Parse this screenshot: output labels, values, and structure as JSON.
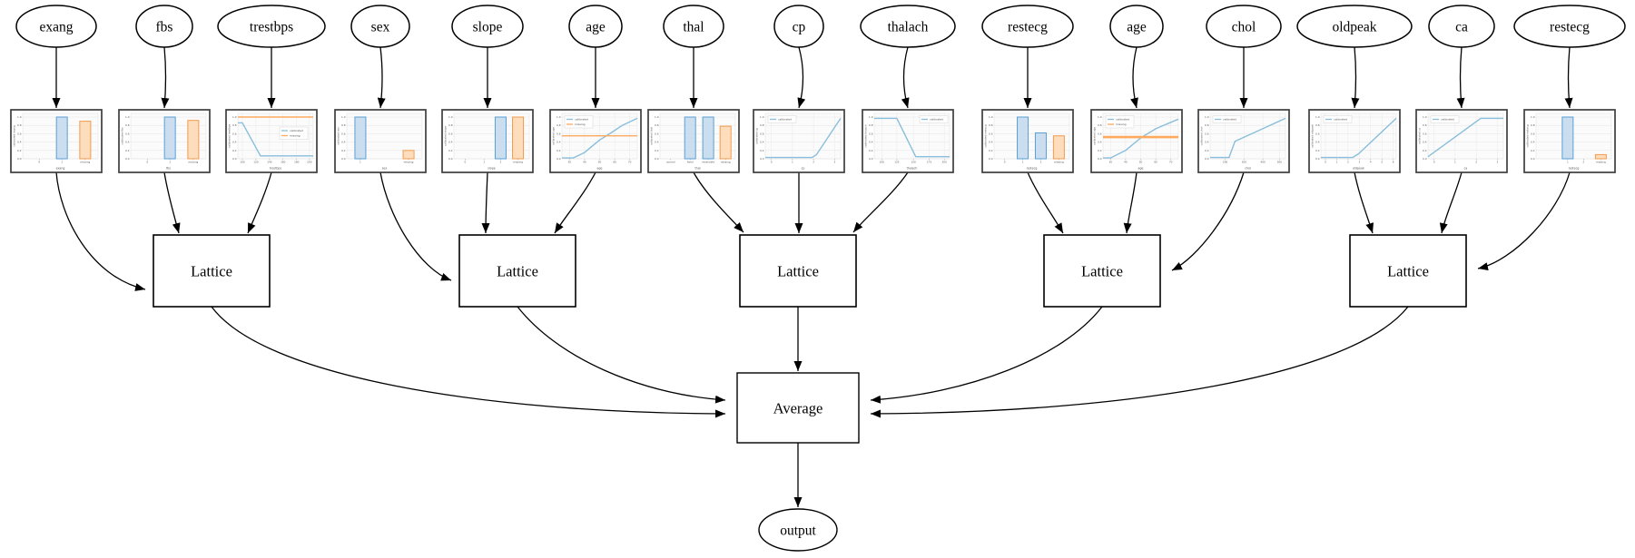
{
  "graph": {
    "node_labels": {
      "lattice": "Lattice",
      "average": "Average",
      "output": "output"
    },
    "features": [
      "exang",
      "fbs",
      "trestbps",
      "sex",
      "slope",
      "age",
      "thal",
      "cp",
      "thalach",
      "restecg",
      "age",
      "chol",
      "oldpeak",
      "ca",
      "restecg"
    ],
    "lattices": [
      {
        "label": "Lattice",
        "inputs": [
          0,
          1,
          2
        ]
      },
      {
        "label": "Lattice",
        "inputs": [
          3,
          4,
          5
        ]
      },
      {
        "label": "Lattice",
        "inputs": [
          6,
          7,
          8
        ]
      },
      {
        "label": "Lattice",
        "inputs": [
          9,
          10,
          11
        ]
      },
      {
        "label": "Lattice",
        "inputs": [
          12,
          13,
          14
        ]
      }
    ],
    "average_inputs": [
      0,
      1,
      2,
      3,
      4
    ],
    "output_from": "average",
    "colors": {
      "edge": "#000000",
      "node_stroke": "#000000",
      "chart_border": "#3d3d3d",
      "plot_bg": "#fbfbfb",
      "grid": "#e4e4e4",
      "tick_text": "#555555",
      "blue_line": "#89bedc",
      "blue_fill": "#c5daed",
      "blue_edge": "#5a9fd4",
      "orange_line": "#ffa95e",
      "orange_fill": "#fdd9b4",
      "orange_edge": "#f09b50"
    }
  },
  "chart_data": [
    {
      "feature": "exang",
      "type": "bar",
      "ylabel": "calibrated exang",
      "xlabel": "exang",
      "yticks": [
        "0.0",
        "0.2",
        "0.4",
        "0.6",
        "0.8",
        "1.0"
      ],
      "xticks": [
        {
          "label": "0",
          "f": 0.22
        },
        {
          "label": "1",
          "f": 0.52
        },
        {
          "label": "missing",
          "f": 0.83
        }
      ],
      "bars": [
        {
          "label": "1",
          "value": 1.0,
          "series": "calibrated",
          "f": 0.52
        },
        {
          "label": "missing",
          "value": 0.9,
          "series": "missing",
          "f": 0.83
        }
      ],
      "legend": null
    },
    {
      "feature": "fbs",
      "type": "bar",
      "ylabel": "calibrated fbs",
      "xlabel": "fbs",
      "yticks": [
        "0.0",
        "0.2",
        "0.4",
        "0.6",
        "0.8",
        "1.0"
      ],
      "xticks": [
        {
          "label": "0",
          "f": 0.22
        },
        {
          "label": "1",
          "f": 0.52
        },
        {
          "label": "missing",
          "f": 0.83
        }
      ],
      "bars": [
        {
          "label": "1",
          "value": 1.0,
          "series": "calibrated",
          "f": 0.52
        },
        {
          "label": "missing",
          "value": 0.92,
          "series": "missing",
          "f": 0.83
        }
      ],
      "legend": null
    },
    {
      "feature": "trestbps",
      "type": "line",
      "ylabel": "calibrated trestbps",
      "xlabel": "trestbps",
      "yticks": [
        "0.0",
        "0.2",
        "0.4",
        "0.6",
        "0.8",
        "1.0"
      ],
      "xticks": [
        {
          "label": "100",
          "f": 0.06
        },
        {
          "label": "120",
          "f": 0.24
        },
        {
          "label": "140",
          "f": 0.42
        },
        {
          "label": "160",
          "f": 0.6
        },
        {
          "label": "180",
          "f": 0.78
        },
        {
          "label": "200",
          "f": 0.95
        }
      ],
      "series": [
        {
          "name": "calibrated",
          "color": "blue",
          "points": [
            [
              0,
              0.86
            ],
            [
              0.06,
              0.86
            ],
            [
              0.3,
              0.07
            ],
            [
              1,
              0.07
            ]
          ]
        },
        {
          "name": "missing",
          "color": "orange",
          "points": [
            [
              0,
              1.0
            ],
            [
              1,
              1.0
            ]
          ]
        }
      ],
      "legend": {
        "pos": "mr",
        "entries": [
          "calibrated",
          "missing"
        ]
      }
    },
    {
      "feature": "sex",
      "type": "bar",
      "ylabel": "calibrated sex",
      "xlabel": "sex",
      "yticks": [
        "0.0",
        "0.2",
        "0.4",
        "0.6",
        "0.8",
        "1.0"
      ],
      "xticks": [
        {
          "label": "1",
          "f": 0.18
        },
        {
          "label": "missing",
          "f": 0.82
        }
      ],
      "bars": [
        {
          "label": "1",
          "value": 1.0,
          "series": "calibrated",
          "f": 0.18
        },
        {
          "label": "missing",
          "value": 0.2,
          "series": "missing",
          "f": 0.82
        }
      ],
      "legend": null
    },
    {
      "feature": "slope",
      "type": "bar",
      "ylabel": "calibrated slope",
      "xlabel": "slope",
      "yticks": [
        "0.0",
        "0.2",
        "0.4",
        "0.6",
        "0.8",
        "1.0"
      ],
      "xticks": [
        {
          "label": "0",
          "f": 0.15
        },
        {
          "label": "1",
          "f": 0.4
        },
        {
          "label": "2",
          "f": 0.62
        },
        {
          "label": "missing",
          "f": 0.85
        }
      ],
      "bars": [
        {
          "label": "2",
          "value": 1.0,
          "series": "calibrated",
          "f": 0.62
        },
        {
          "label": "missing",
          "value": 1.0,
          "series": "missing",
          "f": 0.85
        }
      ],
      "legend": null
    },
    {
      "feature": "age",
      "type": "line",
      "ylabel": "calibrated age",
      "xlabel": "age",
      "yticks": [
        "0.0",
        "0.2",
        "0.4",
        "0.6",
        "0.8",
        "1.0"
      ],
      "xticks": [
        {
          "label": "30",
          "f": 0.1
        },
        {
          "label": "40",
          "f": 0.3
        },
        {
          "label": "50",
          "f": 0.5
        },
        {
          "label": "60",
          "f": 0.7
        },
        {
          "label": "70",
          "f": 0.9
        }
      ],
      "series": [
        {
          "name": "calibrated",
          "color": "blue",
          "points": [
            [
              0,
              0.02
            ],
            [
              0.15,
              0.02
            ],
            [
              0.3,
              0.15
            ],
            [
              0.5,
              0.45
            ],
            [
              0.65,
              0.62
            ],
            [
              0.8,
              0.8
            ],
            [
              1,
              0.97
            ]
          ]
        },
        {
          "name": "missing",
          "color": "orange",
          "points": [
            [
              0,
              0.55
            ],
            [
              1,
              0.55
            ]
          ]
        }
      ],
      "legend": {
        "pos": "tl",
        "entries": [
          "calibrated",
          "missing"
        ]
      }
    },
    {
      "feature": "thal",
      "type": "bar",
      "ylabel": "calibrated thal",
      "xlabel": "thal",
      "yticks": [
        "0.0",
        "0.2",
        "0.4",
        "0.6",
        "0.8",
        "1.0"
      ],
      "xticks": [
        {
          "label": "normal",
          "f": 0.14
        },
        {
          "label": "fixed",
          "f": 0.4
        },
        {
          "label": "reversible",
          "f": 0.64
        },
        {
          "label": "missing",
          "f": 0.87
        }
      ],
      "bars": [
        {
          "label": "fixed",
          "value": 1.0,
          "series": "calibrated",
          "f": 0.4
        },
        {
          "label": "reversible",
          "value": 1.0,
          "series": "calibrated",
          "f": 0.64
        },
        {
          "label": "missing",
          "value": 0.78,
          "series": "missing",
          "f": 0.87
        }
      ],
      "legend": null
    },
    {
      "feature": "cp",
      "type": "line",
      "ylabel": "calibrated cp",
      "xlabel": "cp",
      "yticks": [
        "0.0",
        "0.2",
        "0.4",
        "0.6",
        "0.8",
        "1.0"
      ],
      "xticks": [
        {
          "label": "0",
          "f": 0.08
        },
        {
          "label": "1",
          "f": 0.36
        },
        {
          "label": "2",
          "f": 0.64
        },
        {
          "label": "3",
          "f": 0.92
        }
      ],
      "series": [
        {
          "name": "calibrated",
          "color": "blue",
          "points": [
            [
              0,
              0.03
            ],
            [
              0.62,
              0.03
            ],
            [
              0.68,
              0.1
            ],
            [
              1,
              0.97
            ]
          ]
        }
      ],
      "legend": {
        "pos": "tl",
        "entries": [
          "calibrated"
        ]
      }
    },
    {
      "feature": "thalach",
      "type": "line",
      "ylabel": "calibrated thalach",
      "xlabel": "thalach",
      "yticks": [
        "0.0",
        "0.2",
        "0.4",
        "0.6",
        "0.8",
        "1.0"
      ],
      "xticks": [
        {
          "label": "100",
          "f": 0.1
        },
        {
          "label": "125",
          "f": 0.3
        },
        {
          "label": "150",
          "f": 0.52
        },
        {
          "label": "175",
          "f": 0.73
        },
        {
          "label": "200",
          "f": 0.93
        }
      ],
      "series": [
        {
          "name": "calibrated",
          "color": "blue",
          "points": [
            [
              0,
              0.97
            ],
            [
              0.3,
              0.97
            ],
            [
              0.55,
              0.05
            ],
            [
              1,
              0.05
            ]
          ]
        }
      ],
      "legend": {
        "pos": "tr",
        "entries": [
          "calibrated"
        ]
      }
    },
    {
      "feature": "restecg",
      "type": "bar",
      "ylabel": "calibrated restecg",
      "xlabel": "restecg",
      "yticks": [
        "0.0",
        "0.2",
        "0.4",
        "0.6",
        "0.8",
        "1.0"
      ],
      "xticks": [
        {
          "label": "0",
          "f": 0.14
        },
        {
          "label": "1",
          "f": 0.38
        },
        {
          "label": "2",
          "f": 0.62
        },
        {
          "label": "missing",
          "f": 0.86
        }
      ],
      "bars": [
        {
          "label": "1",
          "value": 1.0,
          "series": "calibrated",
          "f": 0.38
        },
        {
          "label": "2",
          "value": 0.62,
          "series": "calibrated",
          "f": 0.62
        },
        {
          "label": "missing",
          "value": 0.55,
          "series": "missing",
          "f": 0.86
        }
      ],
      "legend": null
    },
    {
      "feature": "age",
      "type": "line",
      "ylabel": "calibrated age",
      "xlabel": "age",
      "yticks": [
        "0.0",
        "0.2",
        "0.4",
        "0.6",
        "0.8",
        "1.0"
      ],
      "xticks": [
        {
          "label": "30",
          "f": 0.1
        },
        {
          "label": "40",
          "f": 0.3
        },
        {
          "label": "50",
          "f": 0.5
        },
        {
          "label": "60",
          "f": 0.7
        },
        {
          "label": "70",
          "f": 0.9
        }
      ],
      "series": [
        {
          "name": "calibrated",
          "color": "blue",
          "points": [
            [
              0,
              0.02
            ],
            [
              0.1,
              0.02
            ],
            [
              0.3,
              0.2
            ],
            [
              0.5,
              0.5
            ],
            [
              0.7,
              0.72
            ],
            [
              1,
              0.95
            ]
          ]
        },
        {
          "name": "missing",
          "color": "orange",
          "lw": 2.6,
          "points": [
            [
              0,
              0.52
            ],
            [
              1,
              0.52
            ]
          ]
        }
      ],
      "legend": {
        "pos": "tl",
        "entries": [
          "calibrated",
          "missing"
        ]
      }
    },
    {
      "feature": "chol",
      "type": "line",
      "ylabel": "calibrated chol",
      "xlabel": "chol",
      "yticks": [
        "0.0",
        "0.2",
        "0.4",
        "0.6",
        "0.8",
        "1.0"
      ],
      "xticks": [
        {
          "label": "200",
          "f": 0.2
        },
        {
          "label": "300",
          "f": 0.45
        },
        {
          "label": "400",
          "f": 0.7
        },
        {
          "label": "500",
          "f": 0.92
        }
      ],
      "series": [
        {
          "name": "calibrated",
          "color": "blue",
          "points": [
            [
              0,
              0.03
            ],
            [
              0.25,
              0.03
            ],
            [
              0.33,
              0.42
            ],
            [
              1,
              0.97
            ]
          ]
        }
      ],
      "legend": {
        "pos": "tl",
        "entries": [
          "calibrated"
        ]
      }
    },
    {
      "feature": "oldpeak",
      "type": "line",
      "ylabel": "calibrated oldpeak",
      "xlabel": "oldpeak",
      "yticks": [
        "0.0",
        "0.2",
        "0.4",
        "0.6",
        "0.8",
        "1.0"
      ],
      "xticks": [
        {
          "label": "0",
          "f": 0.06
        },
        {
          "label": "1",
          "f": 0.21
        },
        {
          "label": "2",
          "f": 0.36
        },
        {
          "label": "3",
          "f": 0.51
        },
        {
          "label": "4",
          "f": 0.66
        },
        {
          "label": "5",
          "f": 0.81
        },
        {
          "label": "6",
          "f": 0.96
        }
      ],
      "series": [
        {
          "name": "calibrated",
          "color": "blue",
          "points": [
            [
              0,
              0.03
            ],
            [
              0.42,
              0.03
            ],
            [
              0.5,
              0.12
            ],
            [
              1,
              0.97
            ]
          ]
        }
      ],
      "legend": {
        "pos": "tl",
        "entries": [
          "calibrated"
        ]
      }
    },
    {
      "feature": "ca",
      "type": "line",
      "ylabel": "calibrated ca",
      "xlabel": "ca",
      "yticks": [
        "0.0",
        "0.2",
        "0.4",
        "0.6",
        "0.8",
        "1.0"
      ],
      "xticks": [
        {
          "label": "0",
          "f": 0.08
        },
        {
          "label": "1",
          "f": 0.36
        },
        {
          "label": "2",
          "f": 0.64
        },
        {
          "label": "3",
          "f": 0.92
        }
      ],
      "series": [
        {
          "name": "calibrated",
          "color": "blue",
          "points": [
            [
              0,
              0.05
            ],
            [
              0.7,
              0.97
            ],
            [
              1,
              0.97
            ]
          ]
        }
      ],
      "legend": {
        "pos": "tl",
        "entries": [
          "calibrated"
        ]
      }
    },
    {
      "feature": "restecg",
      "type": "bar",
      "ylabel": "calibrated restecg",
      "xlabel": "restecg",
      "yticks": [
        "0.0",
        "0.2",
        "0.4",
        "0.6",
        "0.8",
        "1.0"
      ],
      "xticks": [
        {
          "label": "1",
          "f": 0.42
        },
        {
          "label": "2",
          "f": 0.63
        },
        {
          "label": "missing",
          "f": 0.86
        }
      ],
      "bars": [
        {
          "label": "1",
          "value": 1.0,
          "series": "calibrated",
          "f": 0.42
        },
        {
          "label": "missing",
          "value": 0.1,
          "series": "missing",
          "f": 0.86
        }
      ],
      "legend": null
    }
  ]
}
